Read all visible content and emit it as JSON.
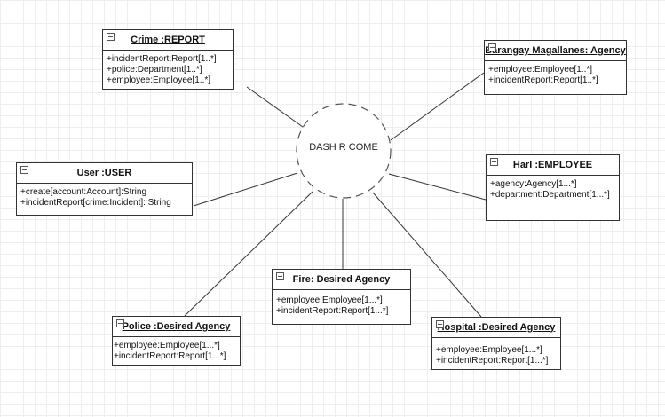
{
  "center": {
    "label": "DASH R COME"
  },
  "classes": {
    "crime": {
      "title": "Crime :REPORT",
      "attributes": [
        "+incidentReport;Report[1..*]",
        "+police:Department[1..*]",
        "+employee:Employee[1..*]"
      ]
    },
    "barangay": {
      "title": "Barangay Magallanes: Agency",
      "attributes": [
        "+employee:Employee[1..*]",
        "+incidentReport:Report[1..*]"
      ]
    },
    "user": {
      "title": "User :USER",
      "attributes": [
        "+create[account:Account]:String",
        "+incidentReport[crime:Incident]: String"
      ]
    },
    "harl": {
      "title": "Harl :EMPLOYEE",
      "attributes": [
        "+agency:Agency[1...*]",
        "+department:Department[1...*]"
      ]
    },
    "fire": {
      "title": "Fire: Desired Agency",
      "attributes": [
        "+employee:Employee[1...*]",
        "+incidentReport:Report[1...*]"
      ]
    },
    "police": {
      "title": "Police :Desired Agency",
      "attributes": [
        "+employee:Employee[1...*]",
        "+incidentReport:Report[1...*]"
      ]
    },
    "hospital": {
      "title": "Hospital :Desired Agency",
      "attributes": [
        "+employee:Employee[1...*]",
        "+incidentReport:Report[1...*]"
      ]
    }
  }
}
